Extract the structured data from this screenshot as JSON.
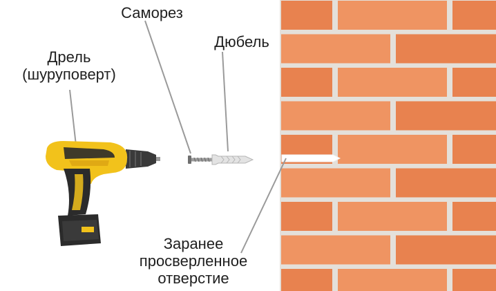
{
  "labels": {
    "drill_line1": "Дрель",
    "drill_line2": "(шуруповерт)",
    "screw": "Саморез",
    "dowel": "Дюбель",
    "hole_line1": "Заранее",
    "hole_line2": "просверленное",
    "hole_line3": "отверстие"
  },
  "colors": {
    "brick": "#e8824f",
    "brick_light": "#ef9462",
    "mortar": "#e4e0da",
    "drill_yellow": "#f2c21b",
    "drill_dark": "#2b2b2b",
    "leader_line": "#9a9a9a",
    "dowel": "#d9d9d9",
    "screw": "#8c8c8c"
  }
}
